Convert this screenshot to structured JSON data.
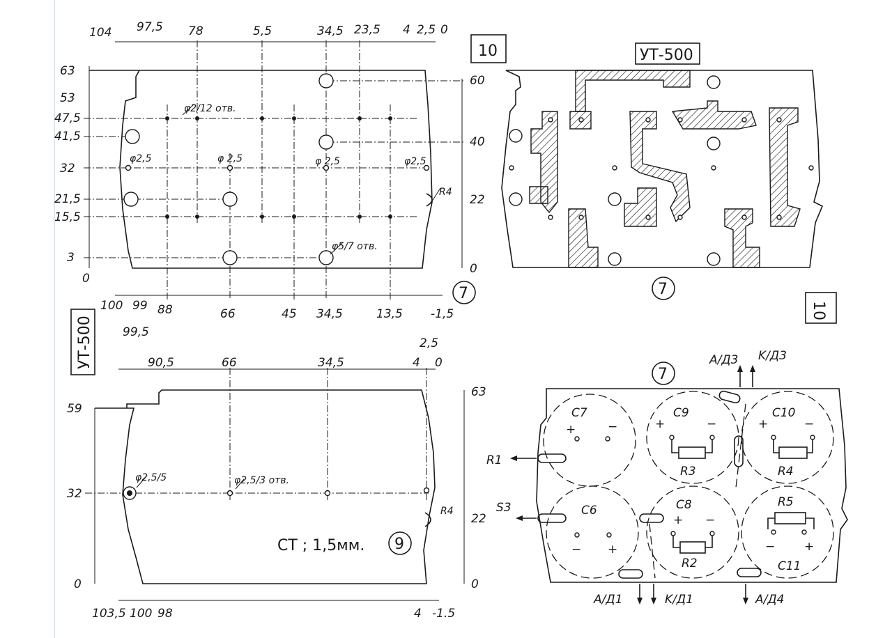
{
  "drawing_1": {
    "top_dims": [
      "104",
      "97,5",
      "78",
      "5,5",
      "34,5",
      "23,5",
      "4",
      "2,5",
      "0"
    ],
    "left_dims": [
      "63",
      "53",
      "47,5",
      "41,5",
      "32",
      "21,5",
      "15,5",
      "3",
      "0"
    ],
    "right_dims": [
      "60",
      "40",
      "22",
      "0"
    ],
    "bottom_dims": [
      "100",
      "99",
      "88",
      "66",
      "45",
      "34,5",
      "13,5",
      "-1,5",
      "99,5"
    ],
    "notes": [
      "φ2/12 отв.",
      "φ2,5",
      "φ 2,5",
      "φ 2,5",
      "φ2,5",
      "φ5/7 отв.",
      "R4"
    ],
    "part_number": "10",
    "circle_ref": "7"
  },
  "drawing_2": {
    "part_number": "УТ-500",
    "circle_ref": "7"
  },
  "drawing_3": {
    "part_number": "УТ-500",
    "top_dims": [
      "90,5",
      "66",
      "34,5",
      "2,5",
      "4",
      "0"
    ],
    "left_dims": [
      "59",
      "32",
      "0"
    ],
    "right_dims": [
      "63",
      "22",
      "0"
    ],
    "bottom_dims": [
      "103,5",
      "100",
      "98",
      "4",
      "-1.5"
    ],
    "notes": [
      "φ2,5/5",
      "φ2,5/3 отв.",
      "R4"
    ],
    "material_note": "СТ ; 1,5мм.",
    "circle_ref": "9"
  },
  "drawing_4": {
    "part_number": "10",
    "circle_ref": "7",
    "capacitors": [
      "C7",
      "C9",
      "C10",
      "C6",
      "C8",
      "C11"
    ],
    "resistors": [
      "R3",
      "R4",
      "R2",
      "R5"
    ],
    "leads": [
      "A/Д3",
      "K/Д3",
      "R1",
      "S3",
      "A/Д1",
      "K/Д1",
      "A/Д4"
    ],
    "polarity": [
      "+",
      "−"
    ]
  }
}
